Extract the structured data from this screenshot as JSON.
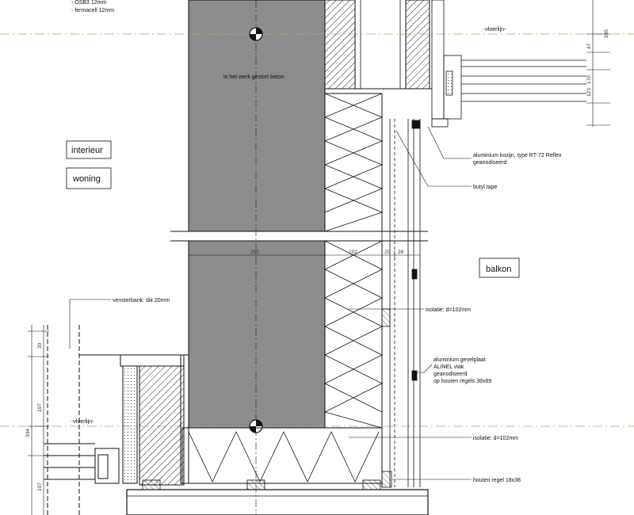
{
  "drawing": {
    "legend_top": [
      "- OSB3 12mm",
      "- fermacell 12mm"
    ],
    "level_label": "-vloerlijn-",
    "concrete_label": "in het werk gestort beton",
    "room_labels": {
      "interior": "interieur",
      "dwelling": "woning",
      "balcony": "balkon"
    },
    "annotations": {
      "frame": [
        "aluminium kozijn, type RT-72 Reflex",
        "geanodiseerd"
      ],
      "tape": "butyl tape",
      "windowsill": "vensterbank: dik 20mm",
      "insulation_upper": "isolatie: d=102mm",
      "cladding": [
        "aluminium gevelplaat",
        "ALINEL vlak",
        "geanodiseerd",
        "op houten regels 38x89"
      ],
      "insulation_lower": "isolatie: d=102mm",
      "batten": "houten regel 18x38"
    },
    "dimensions": {
      "wall_width": "250",
      "insulation_width": "102",
      "gap_a": "20",
      "gap_b": "28",
      "right_column": [
        "335",
        "47",
        "170",
        "123"
      ],
      "left_column": [
        "30",
        "197",
        "334",
        "107"
      ]
    },
    "colors": {
      "concrete": "#8c8c8c",
      "level_line": "#c8a060",
      "line": "#111111"
    }
  }
}
